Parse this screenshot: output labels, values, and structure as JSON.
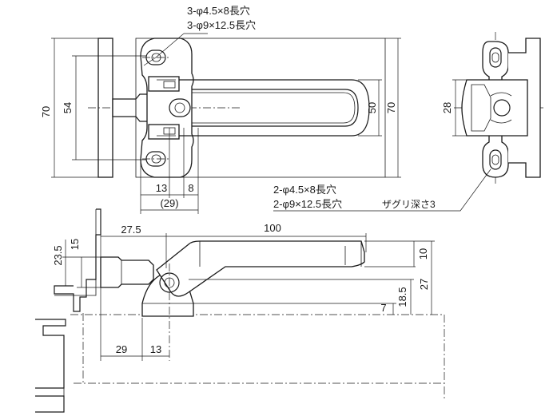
{
  "callouts": {
    "top_slot_1": "3-φ4.5×8長穴",
    "top_slot_2": "3-φ9×12.5長穴",
    "bottom_slot_1": "2-φ4.5×8長穴",
    "bottom_slot_2": "2-φ9×12.5長穴",
    "counterbore": "ザグリ深さ3"
  },
  "dimensions": {
    "front_height_outer": "70",
    "front_height_inner": "54",
    "front_width_13": "13",
    "front_width_8": "8",
    "front_width_29": "(29)",
    "plate_height_50": "50",
    "plate_height_70": "70",
    "side_height_28": "28",
    "bottom_27_5": "27.5",
    "bottom_100": "100",
    "bottom_23_5": "23.5",
    "bottom_15": "15",
    "bottom_10": "10",
    "bottom_27": "27",
    "bottom_18_5": "18.5",
    "bottom_7": "7",
    "bottom_29": "29",
    "bottom_13": "13"
  }
}
